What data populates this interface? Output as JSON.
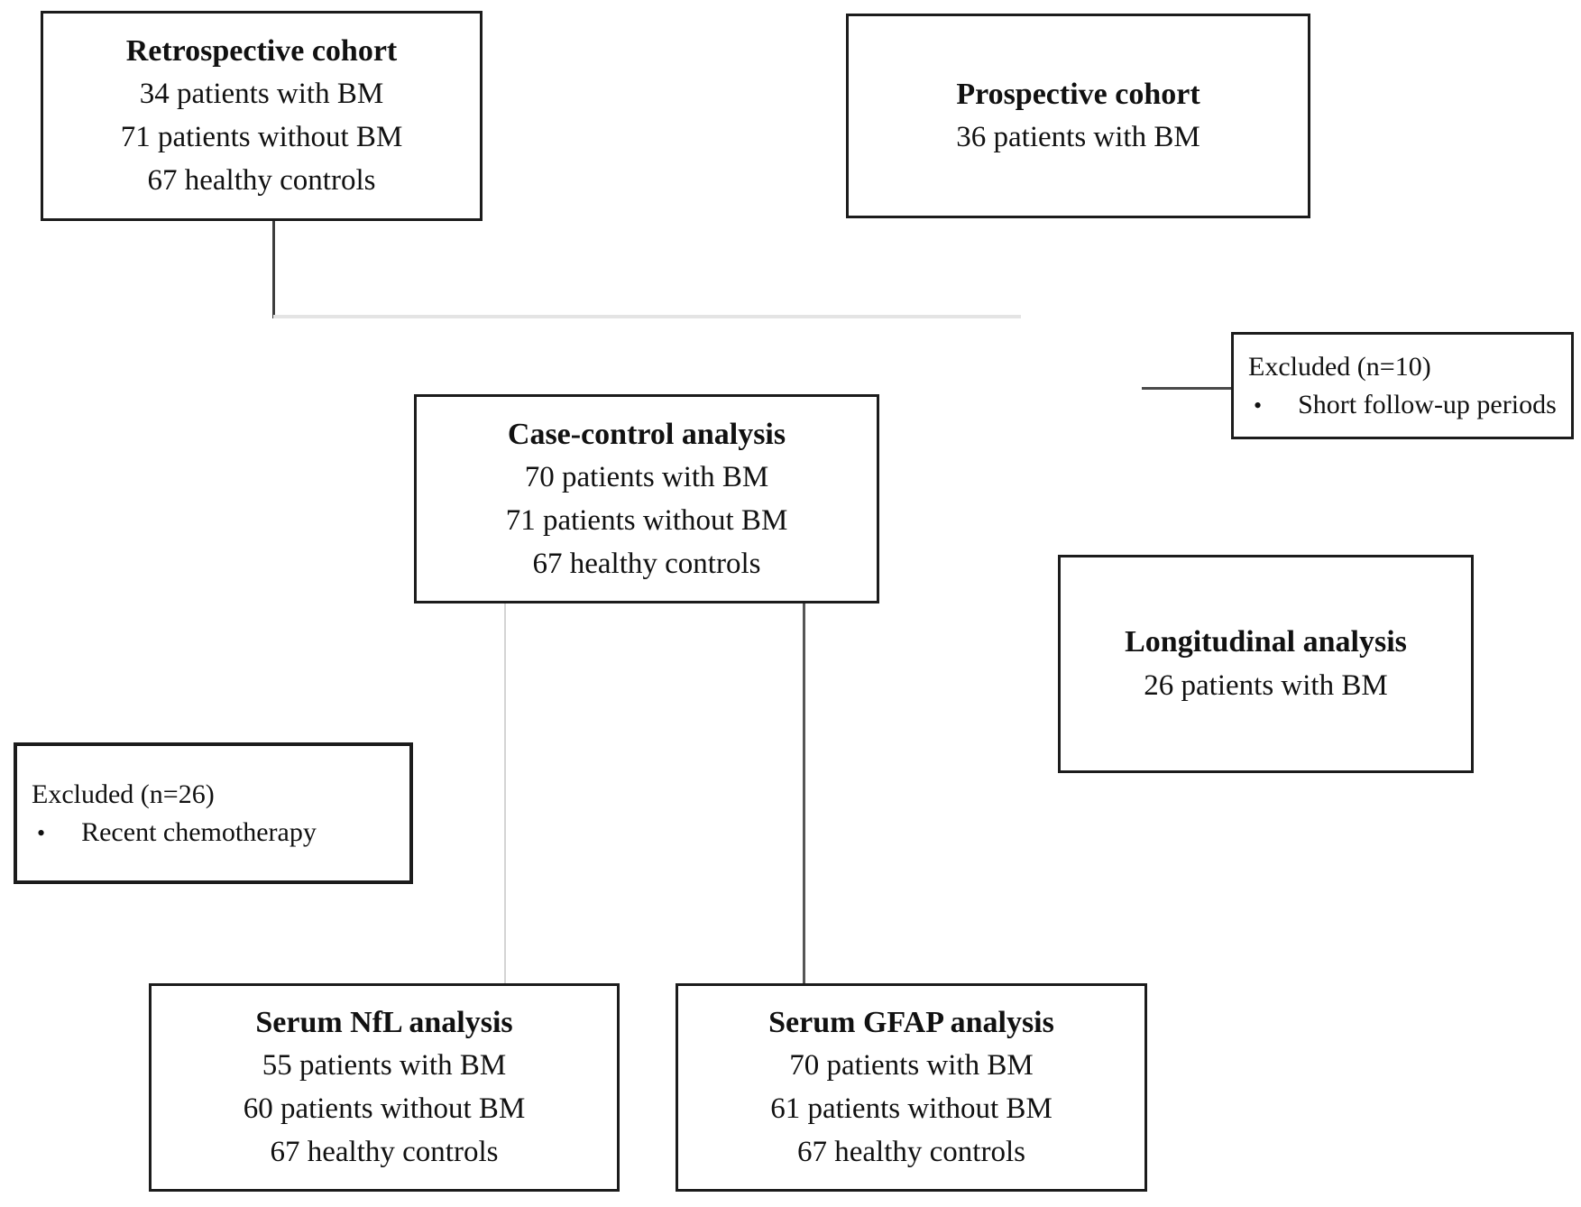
{
  "figure": {
    "bullet_glyph": "•",
    "colors": {
      "background": "#ffffff",
      "box_border": "#1c1c1c",
      "text": "#111111",
      "connector_dark": "#4a4a4a",
      "connector_light": "#e4e4e4"
    },
    "boxes": {
      "retrospective": {
        "title": "Retrospective cohort",
        "lines": [
          "34 patients with BM",
          "71 patients without BM",
          "67 healthy controls"
        ]
      },
      "prospective": {
        "title": "Prospective cohort",
        "lines": [
          "36 patients with BM"
        ]
      },
      "case_control": {
        "title": "Case-control analysis",
        "lines": [
          "70 patients with BM",
          "71 patients without BM",
          "67 healthy controls"
        ]
      },
      "excluded_followup": {
        "heading": "Excluded (n=10)",
        "bullet": "Short follow-up periods"
      },
      "longitudinal": {
        "title": "Longitudinal analysis",
        "lines": [
          "26 patients with BM"
        ]
      },
      "excluded_chemo": {
        "heading": "Excluded (n=26)",
        "bullet": "Recent chemotherapy"
      },
      "serum_nfl": {
        "title": "Serum NfL analysis",
        "lines": [
          "55 patients with BM",
          "60 patients without BM",
          "67 healthy controls"
        ]
      },
      "serum_gfap": {
        "title": "Serum GFAP analysis",
        "lines": [
          "70 patients with BM",
          "61 patients without BM",
          "67 healthy controls"
        ]
      }
    }
  }
}
